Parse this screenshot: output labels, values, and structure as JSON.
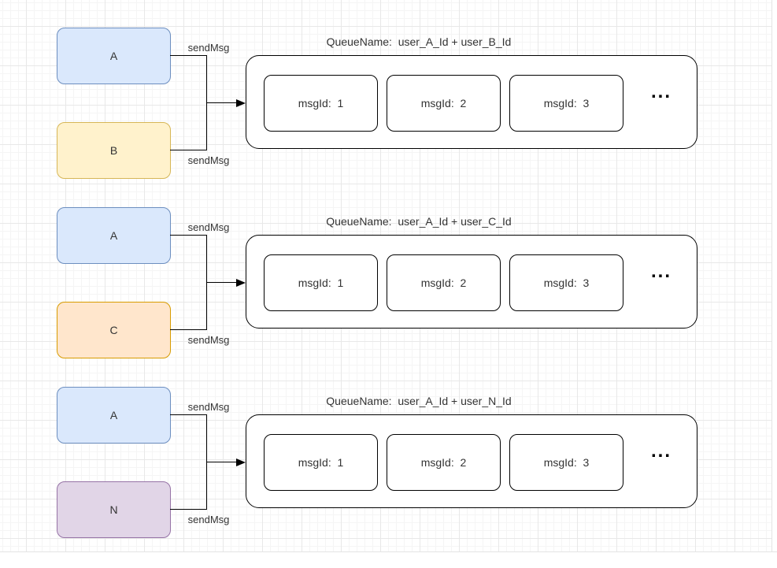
{
  "diagram": {
    "canvas": {
      "background": "#ffffff",
      "grid_minor_color": "#f5f5f5",
      "grid_major_color": "#e8e8e8",
      "line_color": "#000000"
    },
    "palette": {
      "blue": {
        "fill": "#dae8fc",
        "stroke": "#6c8ebf"
      },
      "yellow": {
        "fill": "#fff2cc",
        "stroke": "#d6b656"
      },
      "orange": {
        "fill": "#ffe6cc",
        "stroke": "#d79b00"
      },
      "purple": {
        "fill": "#e1d5e7",
        "stroke": "#9673a6"
      }
    },
    "groups": [
      {
        "sender_top": {
          "label": "A",
          "color": "blue"
        },
        "sender_bottom": {
          "label": "B",
          "color": "yellow"
        },
        "edge_label_top": "sendMsg",
        "edge_label_bottom": "sendMsg",
        "queue": {
          "title": "QueueName:  user_A_Id + user_B_Id",
          "messages": [
            "msgId:  1",
            "msgId:  2",
            "msgId:  3"
          ],
          "more_indicator": "..."
        }
      },
      {
        "sender_top": {
          "label": "A",
          "color": "blue"
        },
        "sender_bottom": {
          "label": "C",
          "color": "orange"
        },
        "edge_label_top": "sendMsg",
        "edge_label_bottom": "sendMsg",
        "queue": {
          "title": "QueueName:  user_A_Id + user_C_Id",
          "messages": [
            "msgId:  1",
            "msgId:  2",
            "msgId:  3"
          ],
          "more_indicator": "..."
        }
      },
      {
        "sender_top": {
          "label": "A",
          "color": "blue"
        },
        "sender_bottom": {
          "label": "N",
          "color": "purple"
        },
        "edge_label_top": "sendMsg",
        "edge_label_bottom": "sendMsg",
        "queue": {
          "title": "QueueName:  user_A_Id + user_N_Id",
          "messages": [
            "msgId:  1",
            "msgId:  2",
            "msgId:  3"
          ],
          "more_indicator": "..."
        }
      }
    ]
  }
}
